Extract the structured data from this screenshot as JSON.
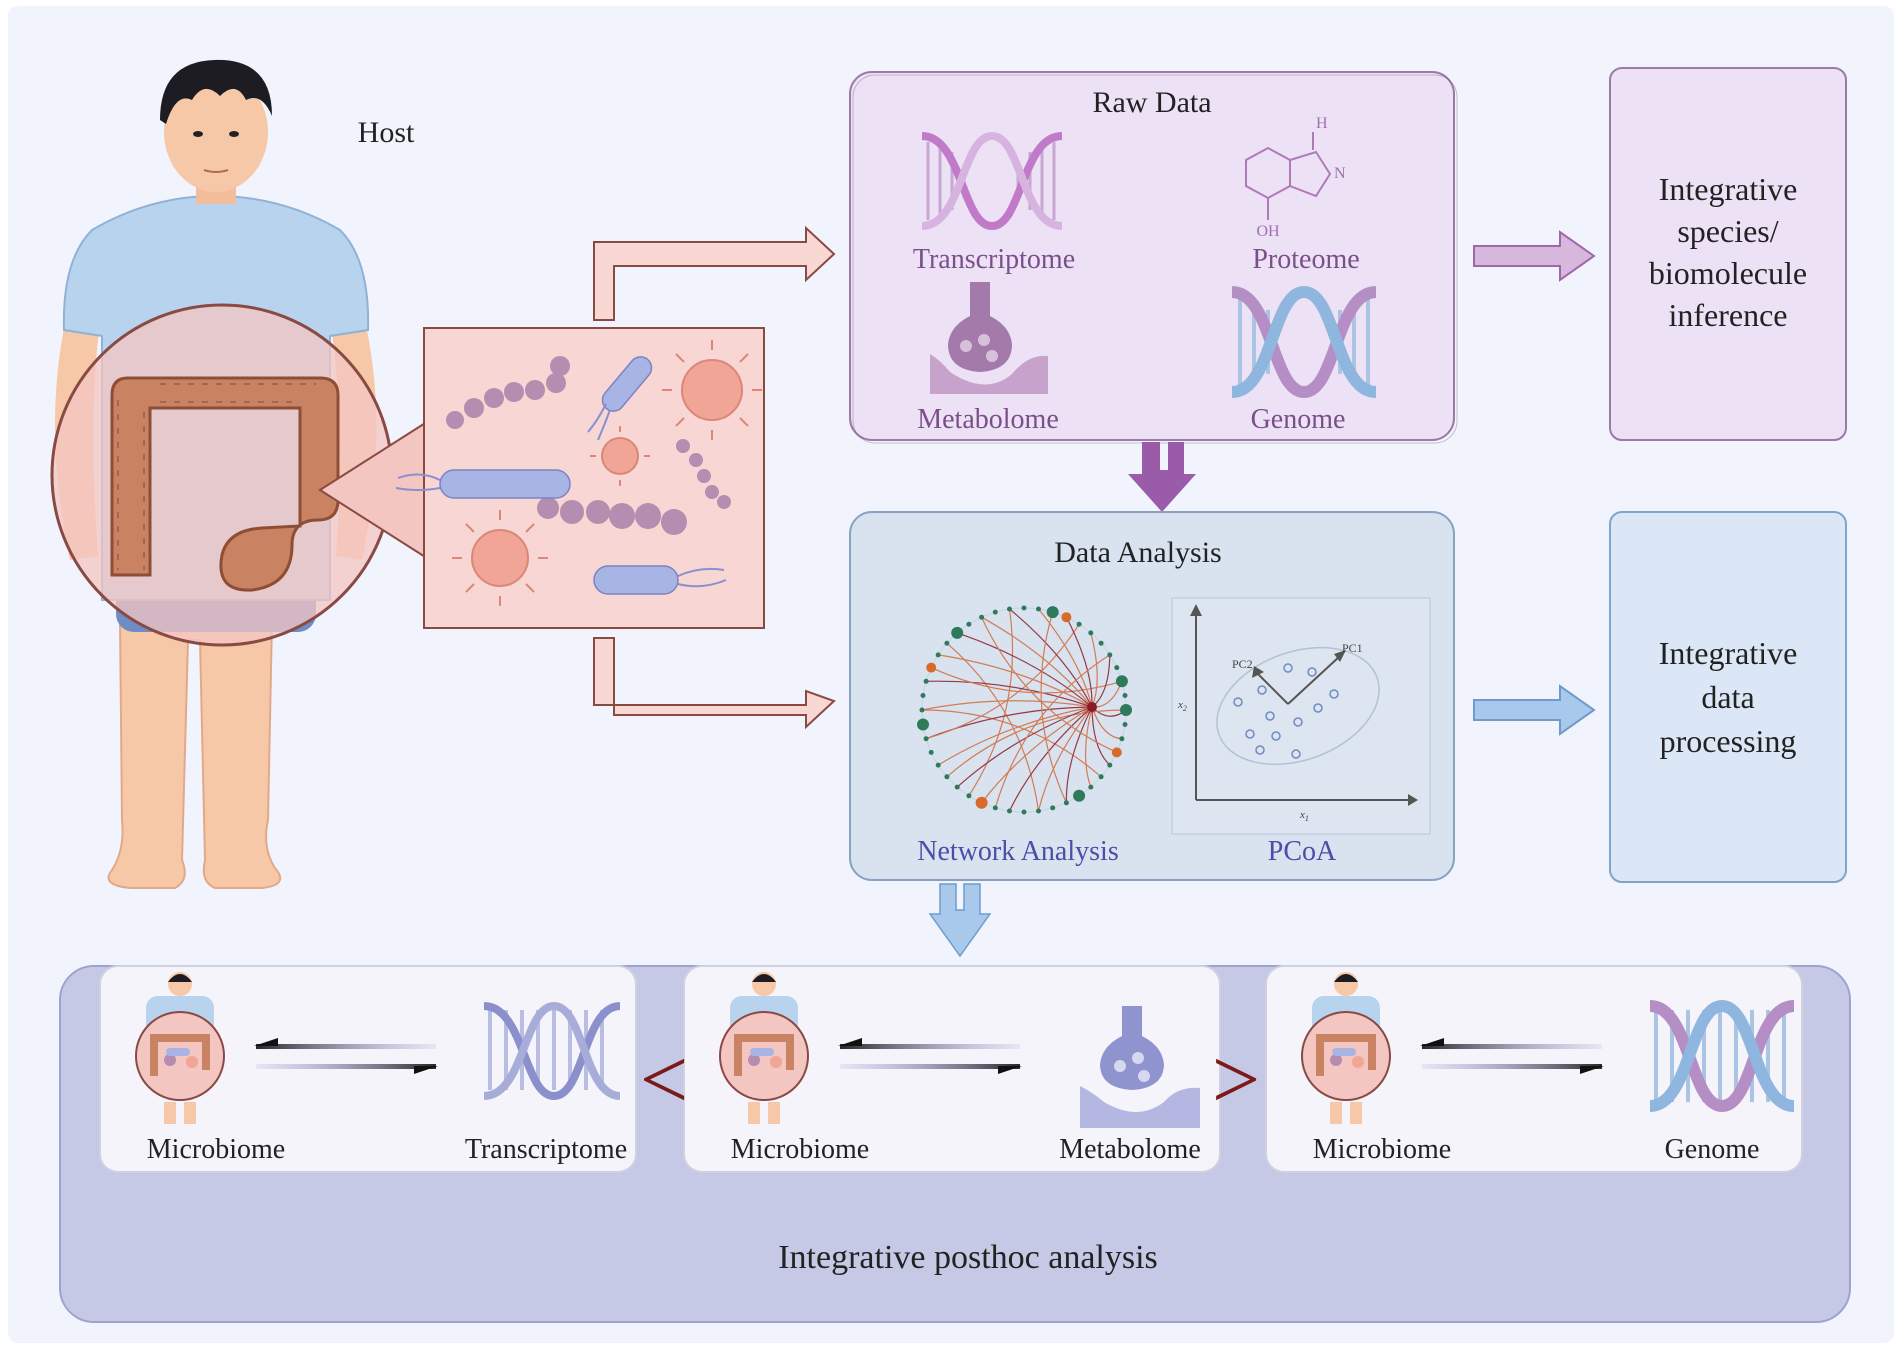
{
  "host": {
    "label": "Host"
  },
  "raw_data": {
    "title": "Raw Data",
    "items": [
      "Transcriptome",
      "Proteome",
      "Metabolome",
      "Genome"
    ],
    "proteome_labels": {
      "h": "H",
      "n": "N",
      "oh": "OH"
    }
  },
  "raw_output": {
    "lines": [
      "Integrative",
      "species/",
      "biomolecule",
      "inference"
    ]
  },
  "data_analysis": {
    "title": "Data Analysis",
    "network_label": "Network Analysis",
    "pcoa_label": "PCoA",
    "pcoa_axes": {
      "pc1": "PC1",
      "pc2": "PC2",
      "x1": "x",
      "x1_sub": "1",
      "x2": "x",
      "x2_sub": "2"
    }
  },
  "analysis_output": {
    "lines": [
      "Integrative",
      "data",
      "processing"
    ]
  },
  "posthoc": {
    "title": "Integrative posthoc analysis",
    "panels": [
      {
        "left": "Microbiome",
        "right": "Transcriptome"
      },
      {
        "left": "Microbiome",
        "right": "Metabolome"
      },
      {
        "left": "Microbiome",
        "right": "Genome"
      }
    ],
    "separators": [
      "<",
      ">"
    ]
  },
  "colors": {
    "background": "#f1f4fd",
    "raw_box": "#ece1f5",
    "raw_border": "#9b7aa6",
    "raw_text": "#7a4f8a",
    "analysis_box": "#d9e3f0",
    "analysis_text": "#4a4ea6",
    "analysis_output_box": "#dbe7f6",
    "posthoc_band": "#c6c9e6",
    "microbe_box": "#f7d6d3",
    "arrow_purple": "#9a5ca8",
    "arrow_blue": "#a8c8ec",
    "separator": "#7a1a1a"
  }
}
